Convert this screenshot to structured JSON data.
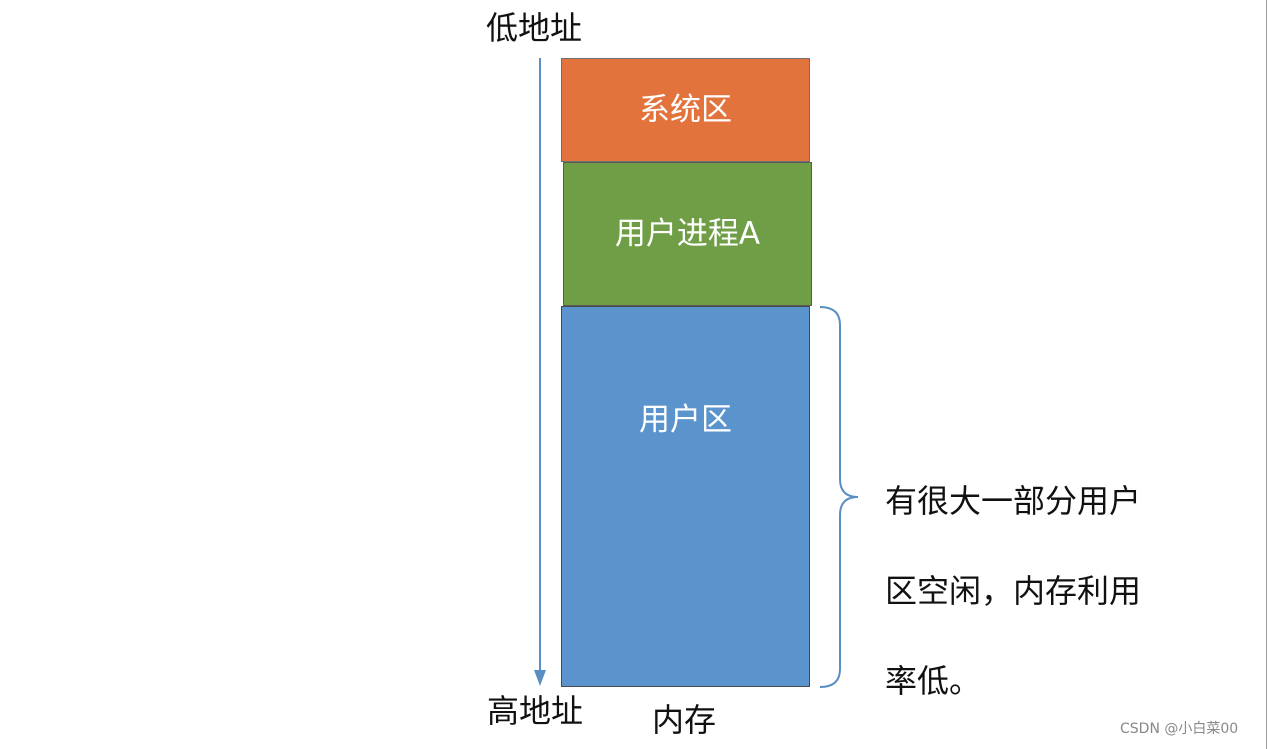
{
  "addresses": {
    "low": "低地址",
    "high": "高地址"
  },
  "memory": {
    "label": "内存",
    "blocks": [
      {
        "name": "system",
        "label": "系统区",
        "color": "#e2733d"
      },
      {
        "name": "process-a",
        "label": "用户进程A",
        "color": "#6f9e47"
      },
      {
        "name": "user",
        "label": "用户区",
        "color": "#5b94cc"
      }
    ]
  },
  "annotation": {
    "lines": [
      "有很大一部分用户",
      "区空闲，内存利用",
      "率低。"
    ]
  },
  "watermark": "CSDN @小白菜00"
}
